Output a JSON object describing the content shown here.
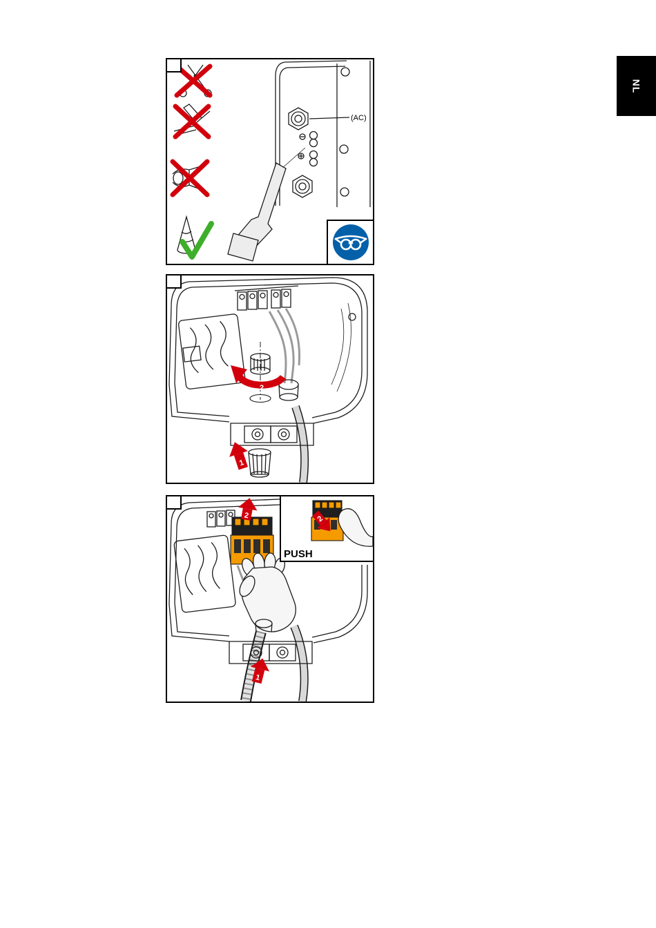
{
  "page": {
    "language_tab": "NL"
  },
  "colors": {
    "line": "#1c1c1c",
    "prohibition-red": "#d2000c",
    "check-green": "#3fae2a",
    "arrow-red": "#d2000c",
    "connector-orange": "#f59b00",
    "safety-blue": "#0460a9"
  },
  "panel1": {
    "ac_label": "(AC)",
    "icons": [
      "scissors-prohibited-icon",
      "knife-prohibited-icon",
      "stripping-pliers-prohibited-icon",
      "rotary-stripper-approved-icon",
      "eye-protection-mandatory-icon"
    ]
  },
  "panel2": {
    "arrow_insert_label": "1",
    "arrow_screw_label": "2"
  },
  "panel3": {
    "arrow_cable_label": "1",
    "arrow_connector_label": "2",
    "arrow_inset_label": "2",
    "push_label": "PUSH"
  }
}
